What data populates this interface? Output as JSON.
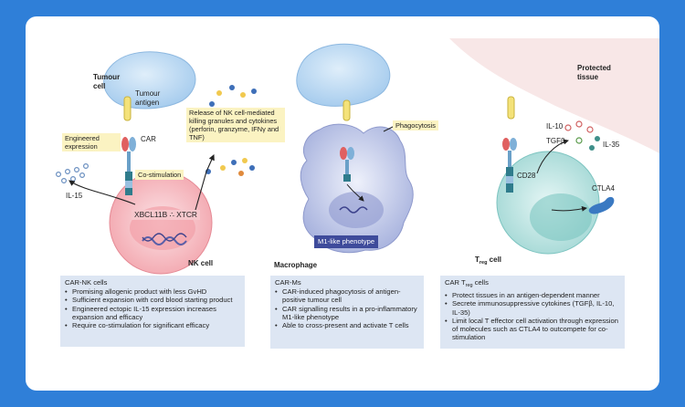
{
  "panel_nk": {
    "tumour_cell_label": "Tumour cell",
    "tumour_antigen_label": "Tumour antigen",
    "car_label": "CAR",
    "engineered_expression_label": "Engineered expression",
    "il15_label": "IL-15",
    "costimulation_label": "Co-stimulation",
    "release_label": "Release of NK cell-mediated killing granules and cytokines (perforin, granzyme, IFNγ and TNF)",
    "xbcl_label": "XBCL11B ∴ XTCR",
    "nk_cell_label": "NK cell",
    "info": {
      "title": "CAR-NK cells",
      "items": [
        "Promising allogenic product with less GvHD",
        "Sufficient expansion with cord blood starting product",
        "Engineered ectopic IL-15 expression increases expansion and efficacy",
        "Require co-stimulation for significant efficacy"
      ]
    }
  },
  "panel_macrophage": {
    "phagocytosis_label": "Phagocytosis",
    "phenotype_label": "M1-like phenotype",
    "macrophage_label": "Macrophage",
    "info": {
      "title": "CAR-Ms",
      "items": [
        "CAR-induced phagocytosis of antigen-positive tumour cell",
        "CAR signalling results in a pro-inflammatory M1-like phenotype",
        "Able to cross-present and activate T cells"
      ]
    }
  },
  "panel_treg": {
    "protected_tissue_label": "Protected tissue",
    "il10_label": "IL-10",
    "tgfb_label": "TGFβ",
    "il35_label": "IL-35",
    "cd28_label": "CD28",
    "ctla4_label": "CTLA4",
    "treg_label_main": "T",
    "treg_label_sub": "reg",
    "treg_label_end": " cell",
    "info": {
      "title_main": "CAR T",
      "title_sub": "reg",
      "title_end": " cells",
      "items": [
        "Protect tissues in an antigen-dependent manner",
        "Secrete immunosuppressive cytokines (TGFβ, IL-10, IL-35)",
        "Limit local T effector cell activation through expression of molecules such as CTLA4 to outcompete for co-stimulation"
      ]
    }
  }
}
